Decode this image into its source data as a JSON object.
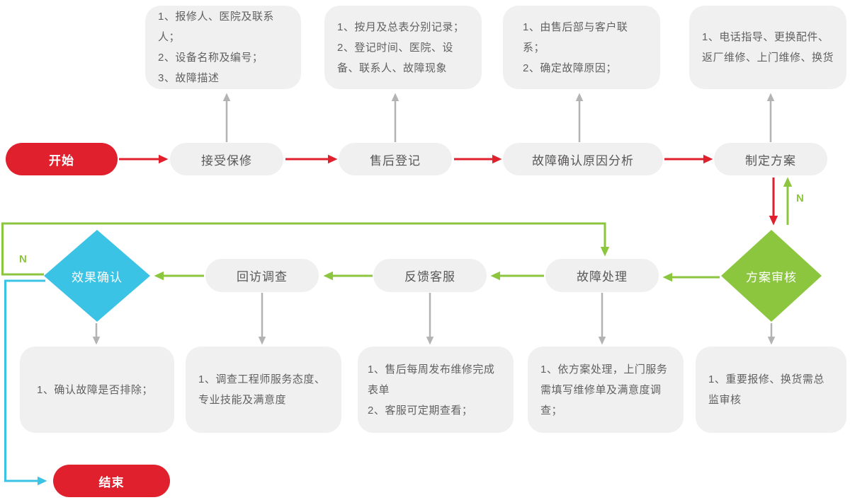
{
  "colors": {
    "red": "#E0202D",
    "green": "#8CC63F",
    "cyan": "#3BC3E6",
    "node_bg": "#F0F0F0",
    "node_text": "#595757",
    "note_text": "#616161",
    "gray_arrow": "#B3B3B3"
  },
  "labels": {
    "branch_no_left": "N",
    "branch_no_right": "N"
  },
  "nodes": {
    "start": {
      "label": "开始"
    },
    "accept": {
      "label": "接受保修"
    },
    "register": {
      "label": "售后登记"
    },
    "analyze": {
      "label": "故障确认原因分析"
    },
    "plan": {
      "label": "制定方案"
    },
    "plan_review": {
      "label": "方案审核"
    },
    "handle": {
      "label": "故障处理"
    },
    "feedback": {
      "label": "反馈客服"
    },
    "revisit": {
      "label": "回访调查"
    },
    "confirm": {
      "label": "效果确认"
    },
    "end": {
      "label": "结束"
    }
  },
  "notes_top": [
    {
      "lines": [
        "1、报修人、医院及联系人；",
        "2、设备名称及编号；",
        "3、故障描述"
      ]
    },
    {
      "lines": [
        "1、按月及总表分别记录；",
        "2、登记时间、医院、设备、联系人、故障现象"
      ]
    },
    {
      "lines": [
        "1、由售后部与客户联系；",
        "2、确定故障原因；"
      ]
    },
    {
      "lines": [
        "1、电话指导、更换配件、返厂维修、上门维修、换货"
      ]
    }
  ],
  "notes_bottom": [
    {
      "lines": [
        "1、确认故障是否排除；"
      ]
    },
    {
      "lines": [
        "1、调查工程师服务态度、专业技能及满意度"
      ]
    },
    {
      "lines": [
        "1、售后每周发布维修完成表单",
        "2、客服可定期查看；"
      ]
    },
    {
      "lines": [
        "1、依方案处理，上门服务需填写维修单及满意度调查；"
      ]
    },
    {
      "lines": [
        "1、重要报修、换货需总监审核"
      ]
    }
  ]
}
